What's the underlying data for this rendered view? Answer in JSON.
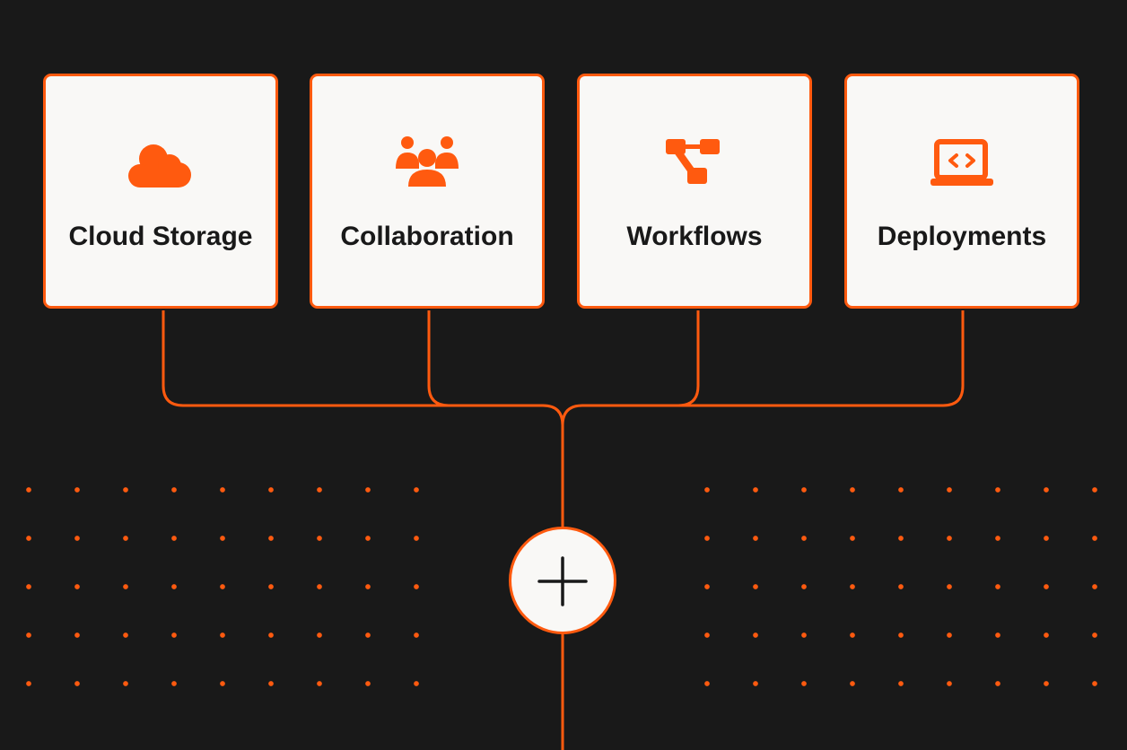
{
  "accent_color": "#ff5a0f",
  "background_color": "#191919",
  "card_background": "#f9f8f6",
  "cards": [
    {
      "label": "Cloud Storage",
      "icon": "cloud-icon"
    },
    {
      "label": "Collaboration",
      "icon": "users-icon"
    },
    {
      "label": "Workflows",
      "icon": "workflow-icon"
    },
    {
      "label": "Deployments",
      "icon": "laptop-code-icon"
    }
  ],
  "hub": {
    "icon": "plus-icon"
  }
}
